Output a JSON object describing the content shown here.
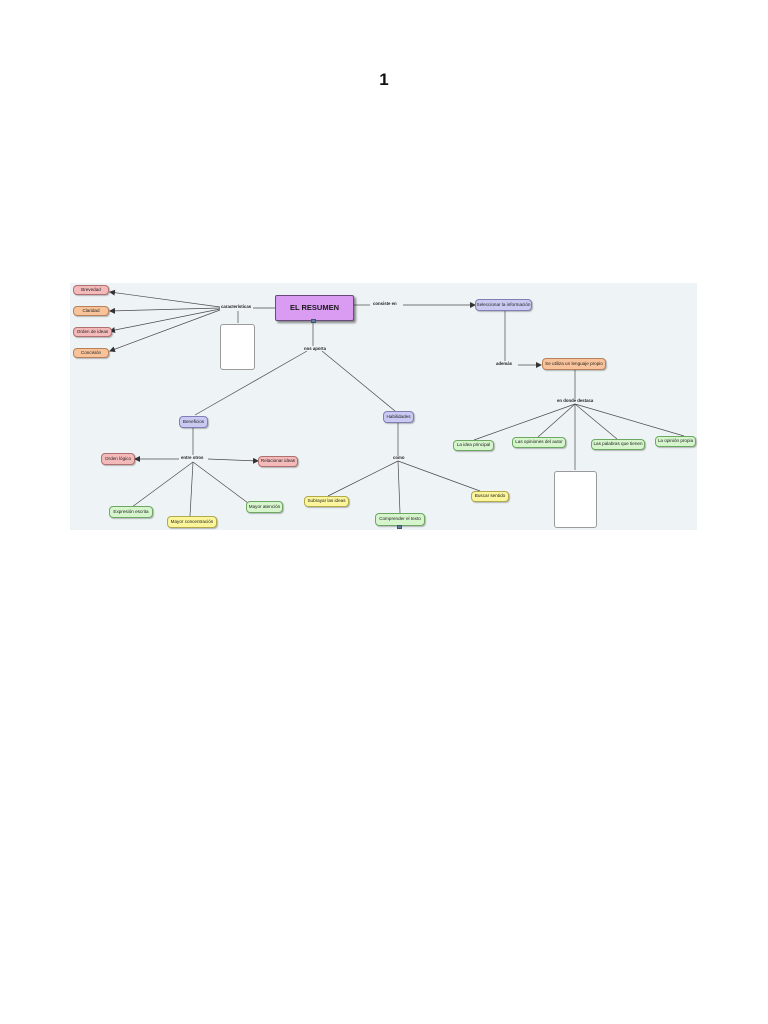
{
  "page": {
    "number": "1"
  },
  "concept_map": {
    "main": "EL RESUMEN",
    "links": {
      "caracteristicas": "características",
      "consiste_en": "consiste en",
      "nos_aporta": "nos aporta",
      "ademas": "además",
      "en_donde_destaca": "en donde destaca",
      "entre_otros": "entre otros",
      "como": "como"
    },
    "characteristics": [
      "Brevedad",
      "Claridad",
      "Orden de ideas",
      "Concisión"
    ],
    "select_info": "Seleccionar la información",
    "own_language": "Se utiliza un lenguaje propio",
    "highlights": [
      "La idea principal",
      "Las opiniones del autor",
      "Las palabras que tienen",
      "La opinión propia"
    ],
    "benefits": "Beneficios",
    "skills": "Habilidades",
    "benefit_items": {
      "logical_order": "Orden lógico",
      "relate_ideas": "Relacionar ideas",
      "written_expression": "Expresión escrita",
      "more_concentration": "Mayor concentración",
      "more_attention": "Mayor atención"
    },
    "skill_items": {
      "underline": "Subrayar las ideas",
      "understand": "Comprender el texto",
      "find_meaning": "Buscar sentido"
    },
    "colors": {
      "main": "#d99cf2",
      "characteristic": [
        "#f4b9b9",
        "#f8c39a",
        "#f4b9b9",
        "#f8c39a"
      ],
      "lavender": "#c9c9f2",
      "green": "#d6f5cd",
      "yellow": "#fbf59b",
      "canvas": "#eef3f5"
    },
    "icons": [
      "student-figure-icon",
      "people-speech-bubbles-icon",
      "resource-icon"
    ]
  }
}
